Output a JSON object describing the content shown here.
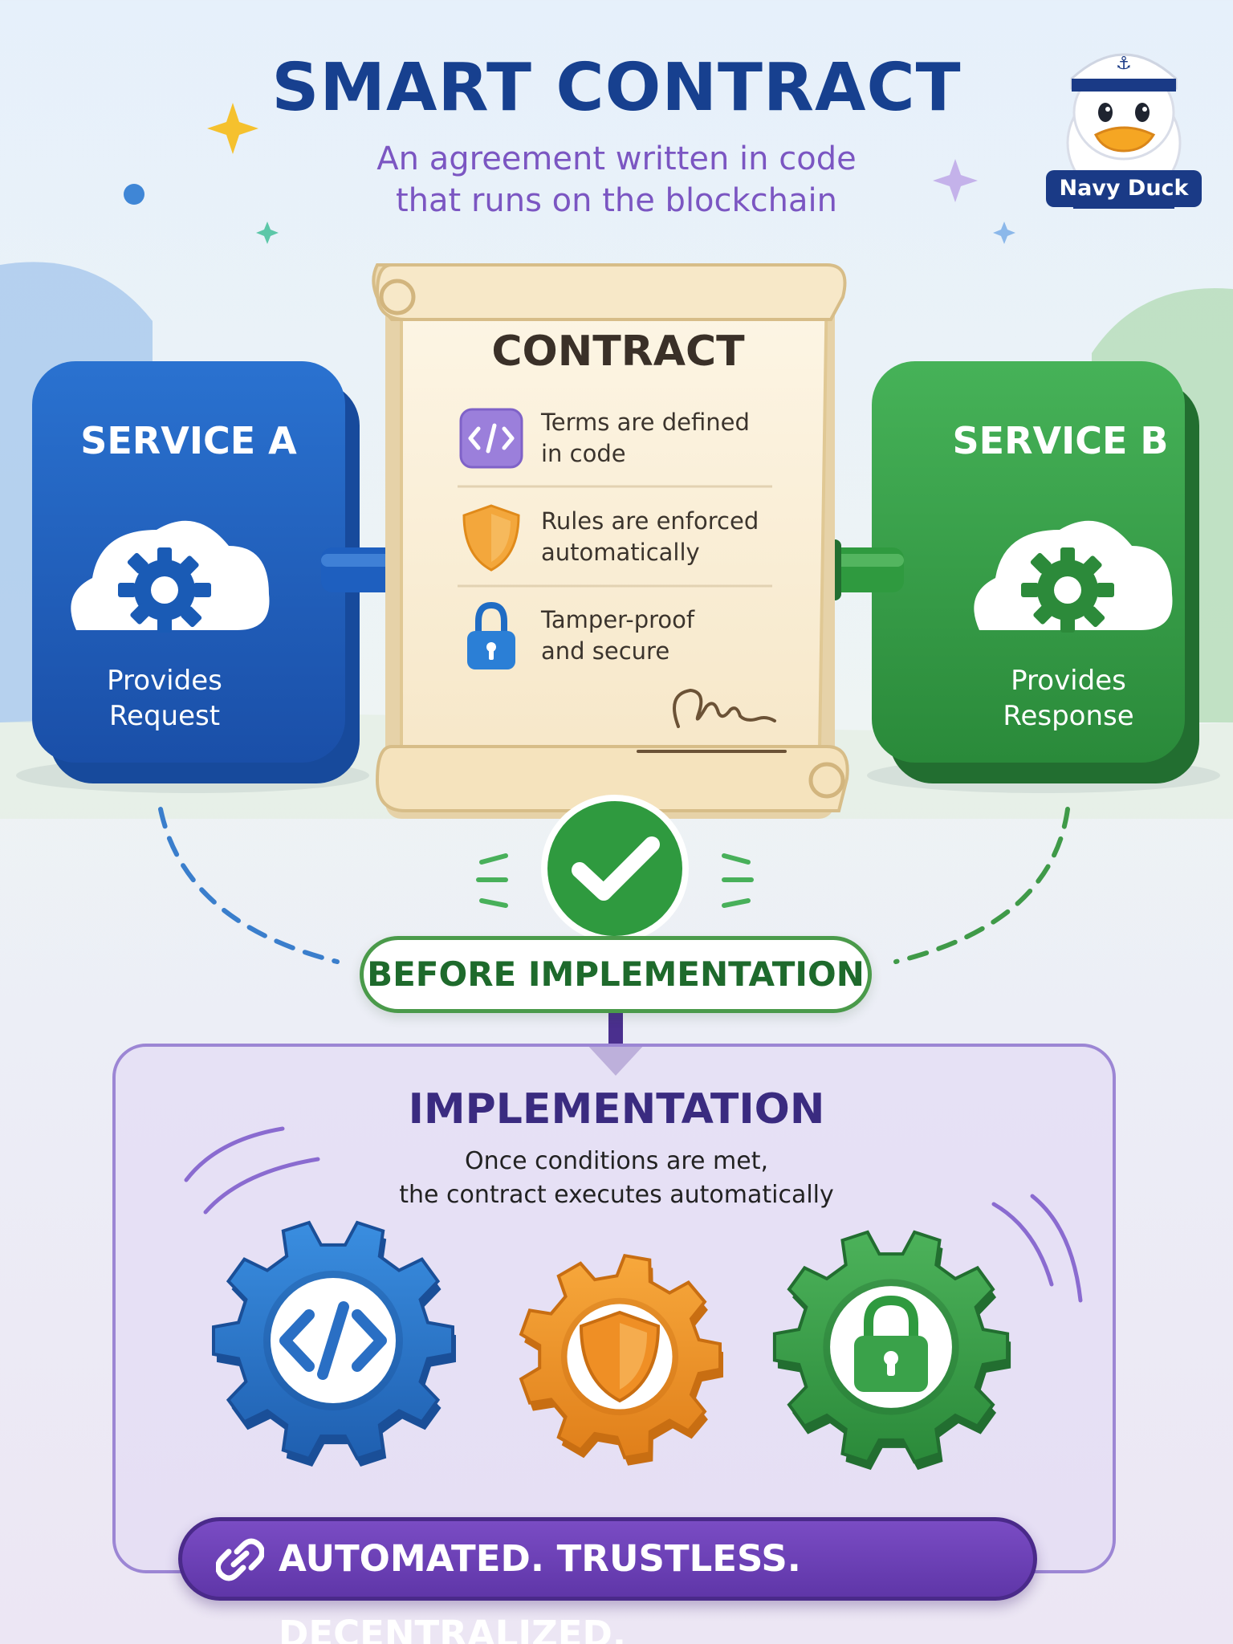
{
  "header": {
    "title": "SMART CONTRACT",
    "subtitle_line1": "An agreement written in code",
    "subtitle_line2": "that runs on the blockchain"
  },
  "mascot": {
    "label": "Navy Duck",
    "icon": "sailor-duck-icon"
  },
  "service_a": {
    "title": "SERVICE A",
    "text_line1": "Provides",
    "text_line2": "Request",
    "icon": "cloud-gear-icon",
    "color": "#1f5fb8"
  },
  "service_b": {
    "title": "SERVICE B",
    "text_line1": "Provides",
    "text_line2": "Response",
    "icon": "cloud-gear-icon",
    "color": "#2f9a3f"
  },
  "contract": {
    "title": "CONTRACT",
    "terms": [
      {
        "line1": "Terms are defined",
        "line2": "in code",
        "icon": "code-icon"
      },
      {
        "line1": "Rules are enforced",
        "line2": "automatically",
        "icon": "shield-icon"
      },
      {
        "line1": "Tamper-proof",
        "line2": "and secure",
        "icon": "lock-icon"
      }
    ],
    "signature_icon": "signature-icon"
  },
  "checkpoint": {
    "label": "BEFORE IMPLEMENTATION",
    "icon": "checkmark-icon"
  },
  "implementation": {
    "title": "IMPLEMENTATION",
    "desc_line1": "Once conditions are met,",
    "desc_line2": "the contract executes automatically",
    "gears": [
      {
        "icon": "code-icon",
        "color": "#2f7fd0"
      },
      {
        "icon": "shield-icon",
        "color": "#f0952a"
      },
      {
        "icon": "lock-icon",
        "color": "#3aa24a"
      }
    ]
  },
  "banner": {
    "text": "AUTOMATED. TRUSTLESS. DECENTRALIZED.",
    "icon": "chain-link-icon"
  }
}
